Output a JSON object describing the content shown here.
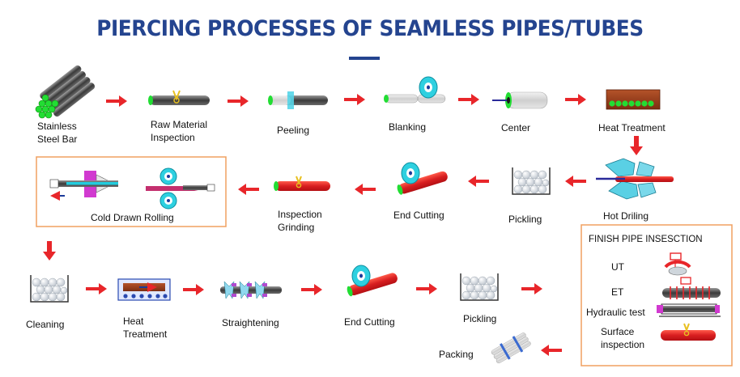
{
  "title": "PIERCING PROCESSES OF SEAMLESS PIPES/TUBES",
  "colors": {
    "title": "#24448f",
    "arrow": "#e8262a",
    "box_border": "#f0a060",
    "pipe_red": "#e8262a",
    "pipe_gray": "#4a4a4a",
    "accent_green": "#22dd33",
    "accent_cyan": "#22ccdd",
    "accent_yellow": "#e8c020"
  },
  "steps": {
    "stainless_steel_bar": [
      "Stainless",
      "Steel Bar"
    ],
    "raw_material_inspection": [
      "Raw Material",
      "Inspection"
    ],
    "peeling": "Peeling",
    "blanking": "Blanking",
    "center": "Center",
    "heat_treatment_1": "Heat Treatment",
    "hot_driling": "Hot Driling",
    "pickling_1": "Pickling",
    "end_cutting_1": "End Cutting",
    "inspection_grinding": [
      "Inspection",
      "Grinding"
    ],
    "cold_drawn_rolling": "Cold Drawn Rolling",
    "cleaning": "Cleaning",
    "heat_treatment_2": [
      "Heat",
      "Treatment"
    ],
    "straightening": "Straightening",
    "end_cutting_2": "End Cutting",
    "pickling_2": "Pickling",
    "packing": "Packing"
  },
  "finish_inspection": {
    "title": "FINISH PIPE INSESCTION",
    "items": {
      "ut": "UT",
      "et": "ET",
      "hydraulic_test": "Hydraulic test",
      "surface_inspection": [
        "Surface",
        "inspection"
      ]
    }
  },
  "icons": [
    "steel-bar-bundle-icon",
    "raw-material-inspection-icon",
    "peeling-icon",
    "blanking-saw-icon",
    "centering-icon",
    "heat-treatment-furnace-icon",
    "hot-piercing-icon",
    "pickling-tank-icon",
    "end-cutting-saw-icon",
    "inspection-grinding-icon",
    "cold-drawing-icon",
    "cold-rolling-icon",
    "cleaning-tank-icon",
    "heat-treatment-furnace-icon",
    "straightening-icon",
    "pipe-bundle-icon",
    "ut-probe-icon",
    "et-coil-icon",
    "hydraulic-test-icon",
    "surface-inspection-icon"
  ]
}
